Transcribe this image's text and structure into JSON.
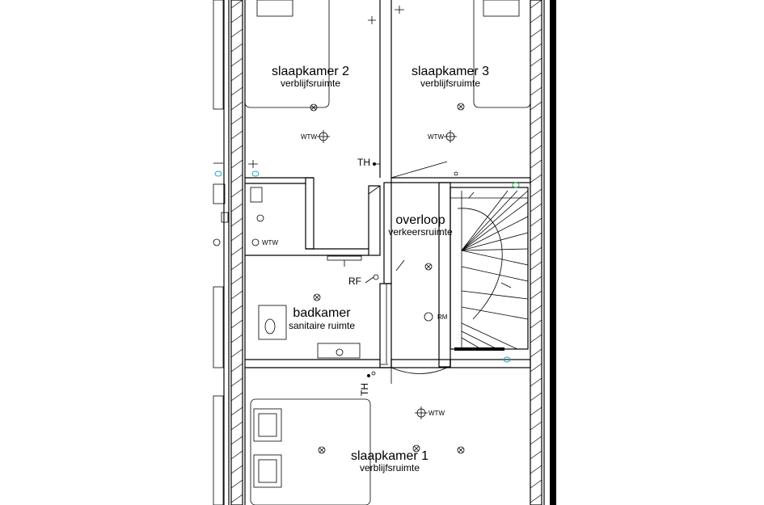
{
  "rooms": [
    {
      "id": "slaapkamer-2",
      "name": "slaapkamer 2",
      "type": "verblijfsruimte"
    },
    {
      "id": "slaapkamer-3",
      "name": "slaapkamer 3",
      "type": "verblijfsruimte"
    },
    {
      "id": "overloop",
      "name": "overloop",
      "type": "verkeersruimte"
    },
    {
      "id": "badkamer",
      "name": "badkamer",
      "type": "sanitaire ruimte"
    },
    {
      "id": "slaapkamer-1",
      "name": "slaapkamer 1",
      "type": "verblijfsruimte"
    }
  ],
  "symbols": {
    "wtw": "WTW",
    "th": "TH",
    "rf": "RF",
    "rm": "RM"
  }
}
